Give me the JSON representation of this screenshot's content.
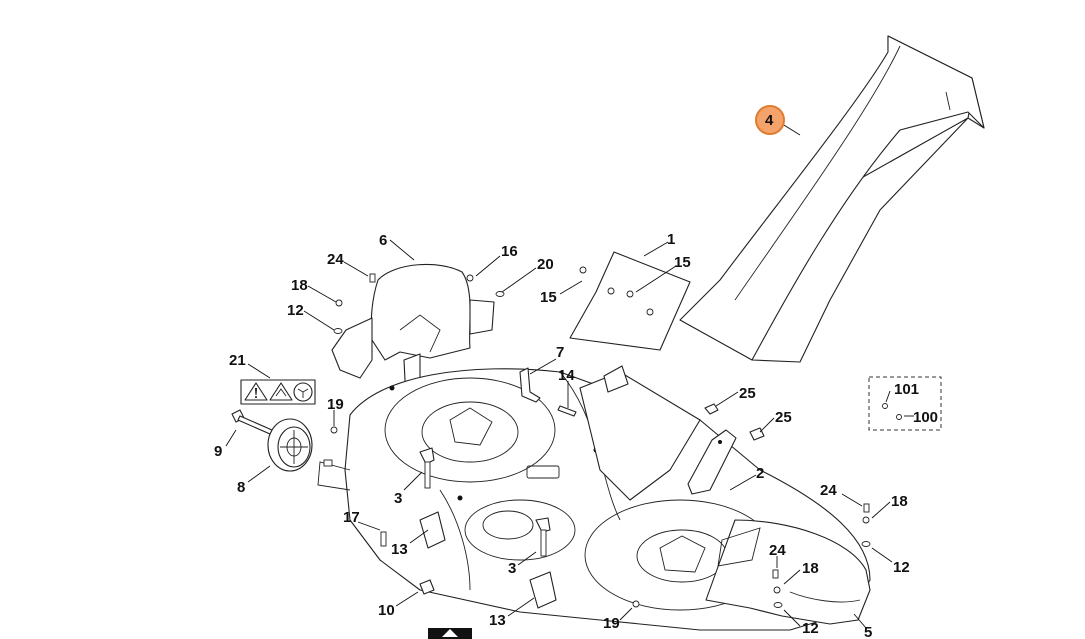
{
  "highlight_color": "#f4a46a",
  "highlight_stroke": "#e07a2e",
  "callouts": {
    "c4": "4",
    "c6": "6",
    "c24a": "24",
    "c18a": "18",
    "c12a": "12",
    "c16": "16",
    "c20": "20",
    "c1": "1",
    "c15a": "15",
    "c15b": "15",
    "c21": "21",
    "c7": "7",
    "c14": "14",
    "c19a": "19",
    "c9": "9",
    "c8": "8",
    "c25a": "25",
    "c25b": "25",
    "c101": "101",
    "c100": "100",
    "c2": "2",
    "c3a": "3",
    "c17": "17",
    "c13a": "13",
    "c3b": "3",
    "c24b": "24",
    "c18b": "18",
    "c12b": "12",
    "c24c": "24",
    "c18c": "18",
    "c12c": "12",
    "c10": "10",
    "c13b": "13",
    "c19b": "19",
    "c5": "5"
  },
  "icons": [
    "warning-triangle-icon",
    "warning-hand-triangle-icon",
    "read-manual-icon"
  ]
}
